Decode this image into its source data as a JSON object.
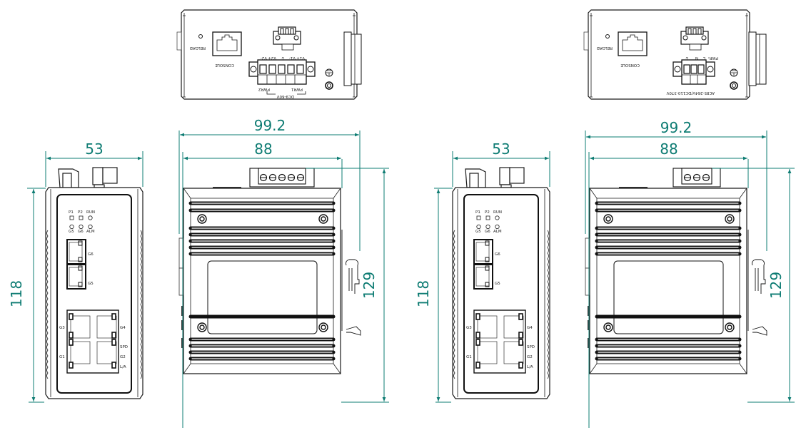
{
  "drawing": {
    "title": "Industrial switch dimension drawing",
    "dimension_color": "#0e7c73",
    "line_color": "#1a1a1a"
  },
  "variant_dc": {
    "top_view": {
      "reload_label": "RELOAD",
      "console_label": "CONSOLE",
      "terminal_labels": [
        "V1+",
        "V1-",
        "⏚",
        "V2+",
        "V2-"
      ],
      "pwr1_label": "PWR1",
      "pwr2_label": "PWR2",
      "voltage_label": "DC9-60V"
    },
    "side_view": {
      "width_dim": "53",
      "height_dim": "118",
      "led_top": [
        "P1",
        "P2",
        "RUN"
      ],
      "led_bottom": [
        "G5",
        "G6",
        "ALM"
      ],
      "sfp_ports": [
        "G6",
        "G5"
      ],
      "rj45_labels": [
        "G3",
        "G4",
        "SPD",
        "G1",
        "G2",
        "L/A"
      ]
    },
    "front_view": {
      "overall_width_dim": "99.2",
      "body_width_dim": "88",
      "height_dim": "129"
    }
  },
  "variant_ac": {
    "top_view": {
      "reload_label": "RELOAD",
      "console_label": "CONSOLE",
      "terminal_labels": [
        "PWR:",
        "L",
        "N",
        "⏚"
      ],
      "voltage_label": "AC85-264V/DC110-370V"
    },
    "side_view": {
      "width_dim": "53",
      "height_dim": "118",
      "led_top": [
        "P1",
        "P2",
        "RUN"
      ],
      "led_bottom": [
        "G5",
        "G6",
        "ALM"
      ],
      "sfp_ports": [
        "G6",
        "G5"
      ],
      "rj45_labels": [
        "G3",
        "G4",
        "SPD",
        "G1",
        "G2",
        "L/A"
      ]
    },
    "front_view": {
      "overall_width_dim": "99.2",
      "body_width_dim": "88",
      "height_dim": "129"
    }
  }
}
